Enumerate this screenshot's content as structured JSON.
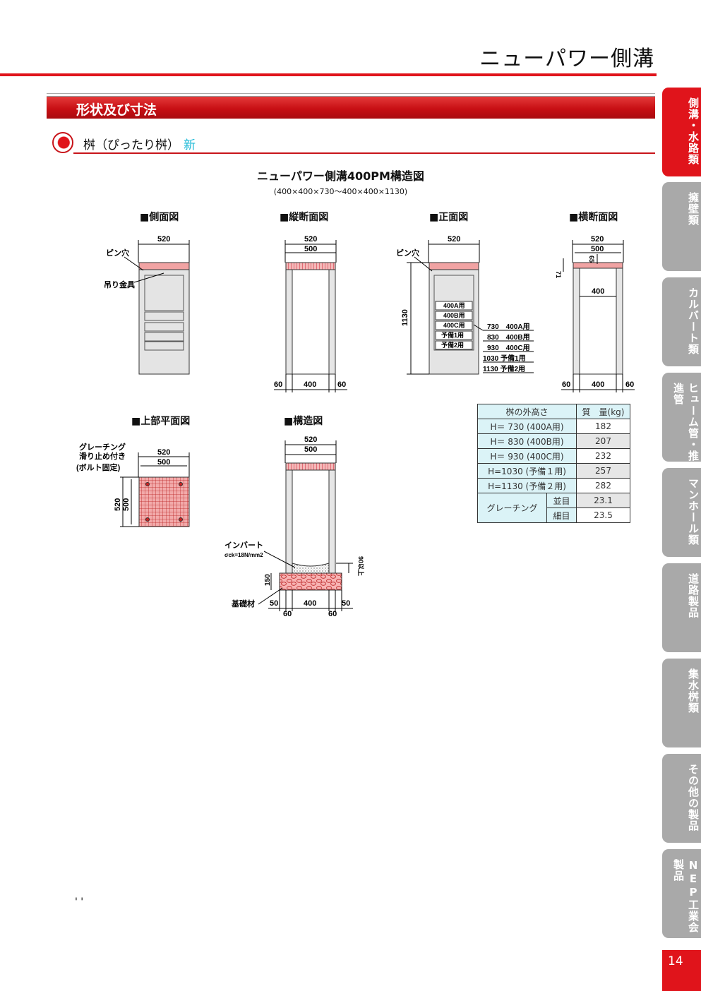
{
  "page": {
    "title": "ニューパワー側溝",
    "section": "形状及び寸法",
    "subheading": "桝（ぴったり桝）",
    "subheading_new": "新",
    "page_number": "14",
    "stray_marks": "' '"
  },
  "figure": {
    "title": "ニューパワー側溝400PM構造図",
    "subtitle": "(400×400×730～400×400×1130)",
    "views": {
      "side": "■側面図",
      "longitudinal": "■縦断面図",
      "front": "■正面図",
      "transverse": "■横断面図",
      "plan": "■上部平面図",
      "structure": "■構造図"
    },
    "notes": {
      "pin_hole": "ピン穴",
      "lifting": "吊り金具",
      "grating1": "グレーチング",
      "grating2": "滑り止め付き",
      "grating3": "(ボルト固定)",
      "invert": "インバート",
      "sigma": "σck=18N/mm2",
      "base": "基礎材"
    },
    "dims": {
      "d520": "520",
      "d500": "500",
      "d400": "400",
      "d60": "60",
      "d50": "50",
      "d1130": "1130",
      "d71": "71",
      "d65": "65",
      "d150": "150",
      "d90": "90以上"
    },
    "height_tags": [
      "400A用",
      "400B用",
      "400C用",
      "予備1用",
      "予備2用"
    ],
    "height_list": [
      "730　400A用",
      "830　400B用",
      "930　400C用",
      "1030 予備1用",
      "1130 予備2用"
    ]
  },
  "weight_table": {
    "header": [
      "桝の外高さ",
      "質　量(kg)"
    ],
    "rows": [
      {
        "label": "H＝ 730 (400A用)",
        "value": "182"
      },
      {
        "label": "H＝ 830 (400B用)",
        "value": "207"
      },
      {
        "label": "H＝ 930 (400C用)",
        "value": "232"
      },
      {
        "label": "H=1030 (予備１用)",
        "value": "257"
      },
      {
        "label": "H=1130 (予備２用)",
        "value": "282"
      }
    ],
    "grating_label": "グレーチング",
    "grating_rows": [
      {
        "label": "並目",
        "value": "23.1"
      },
      {
        "label": "細目",
        "value": "23.5"
      }
    ]
  },
  "tabs": [
    {
      "label": "側溝・水路類",
      "active": true
    },
    {
      "label": "擁壁類",
      "active": false
    },
    {
      "label": "カルバート類",
      "active": false
    },
    {
      "label": "ヒューム管・推進管",
      "active": false
    },
    {
      "label": "マンホール類",
      "active": false
    },
    {
      "label": "道路製品",
      "active": false
    },
    {
      "label": "集水桝類",
      "active": false
    },
    {
      "label": "その他の製品",
      "active": false
    },
    {
      "label": "NEP工業会製品",
      "active": false
    }
  ],
  "colors": {
    "brand_red": "#e0141b",
    "table_cyan": "#dbf3f7",
    "tab_gray": "#a9a9a9"
  }
}
